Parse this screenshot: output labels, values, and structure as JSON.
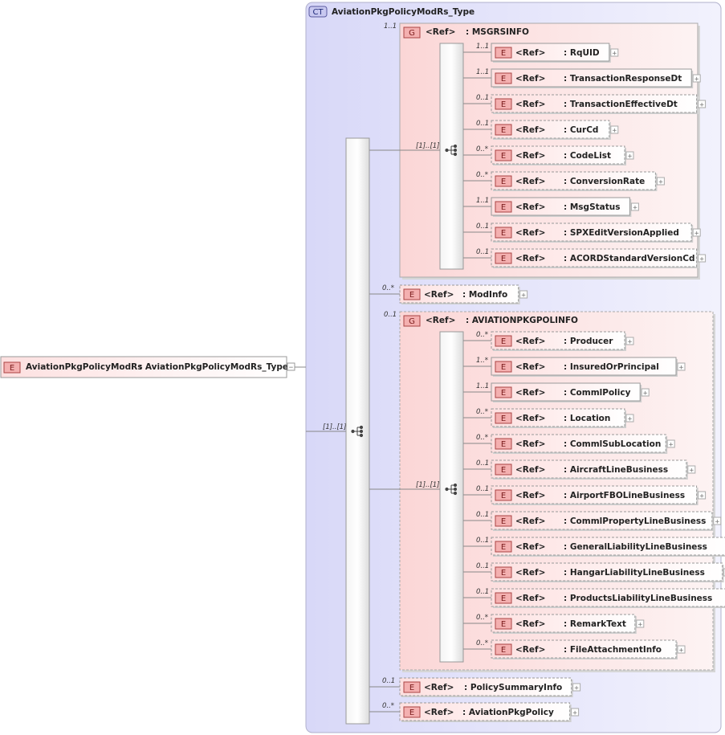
{
  "root": {
    "badge": "E",
    "name": "AviationPkgPolicyModRs",
    "type": ": AviationPkgPolicyModRs_Type",
    "expander": "−"
  },
  "complex_type": {
    "badge": "CT",
    "name": "AviationPkgPolicyModRs_Type"
  },
  "sequence_card": "[1]..[1]",
  "ref_label": "<Ref>",
  "element_badge": "E",
  "group_badge": "G",
  "expand_symbol": "+",
  "msgrsinfo": {
    "card": "1..1",
    "name": ": MSGRSINFO",
    "seq_card": "[1]..[1]",
    "children": [
      {
        "card": "1..1",
        "name": ": RqUID",
        "optional": false
      },
      {
        "card": "1..1",
        "name": ": TransactionResponseDt",
        "optional": false
      },
      {
        "card": "0..1",
        "name": ": TransactionEffectiveDt",
        "optional": true
      },
      {
        "card": "0..1",
        "name": ": CurCd",
        "optional": true
      },
      {
        "card": "0..*",
        "name": ": CodeList",
        "optional": true
      },
      {
        "card": "0..*",
        "name": ": ConversionRate",
        "optional": true
      },
      {
        "card": "1..1",
        "name": ": MsgStatus",
        "optional": false
      },
      {
        "card": "0..1",
        "name": ": SPXEditVersionApplied",
        "optional": true
      },
      {
        "card": "0..1",
        "name": ": ACORDStandardVersionCd",
        "optional": true
      }
    ]
  },
  "modinfo": {
    "card": "0..*",
    "name": ": ModInfo"
  },
  "aviationpkgpolinfo": {
    "card": "0..1",
    "name": ": AVIATIONPKGPOLINFO",
    "seq_card": "[1]..[1]",
    "children": [
      {
        "card": "0..*",
        "name": ": Producer",
        "optional": true
      },
      {
        "card": "1..*",
        "name": ": InsuredOrPrincipal",
        "optional": false
      },
      {
        "card": "1..1",
        "name": ": CommlPolicy",
        "optional": false
      },
      {
        "card": "0..*",
        "name": ": Location",
        "optional": true
      },
      {
        "card": "0..*",
        "name": ": CommlSubLocation",
        "optional": true
      },
      {
        "card": "0..1",
        "name": ": AircraftLineBusiness",
        "optional": true
      },
      {
        "card": "0..1",
        "name": ": AirportFBOLineBusiness",
        "optional": true
      },
      {
        "card": "0..1",
        "name": ": CommlPropertyLineBusiness",
        "optional": true
      },
      {
        "card": "0..1",
        "name": ": GeneralLiabilityLineBusiness",
        "optional": true
      },
      {
        "card": "0..1",
        "name": ": HangarLiabilityLineBusiness",
        "optional": true
      },
      {
        "card": "0..1",
        "name": ": ProductsLiabilityLineBusiness",
        "optional": true
      },
      {
        "card": "0..*",
        "name": ": RemarkText",
        "optional": true
      },
      {
        "card": "0..*",
        "name": ": FileAttachmentInfo",
        "optional": true
      }
    ]
  },
  "policysummaryinfo": {
    "card": "0..1",
    "name": ": PolicySummaryInfo"
  },
  "aviationpkgpolicy": {
    "card": "0..*",
    "name": ": AviationPkgPolicy"
  }
}
